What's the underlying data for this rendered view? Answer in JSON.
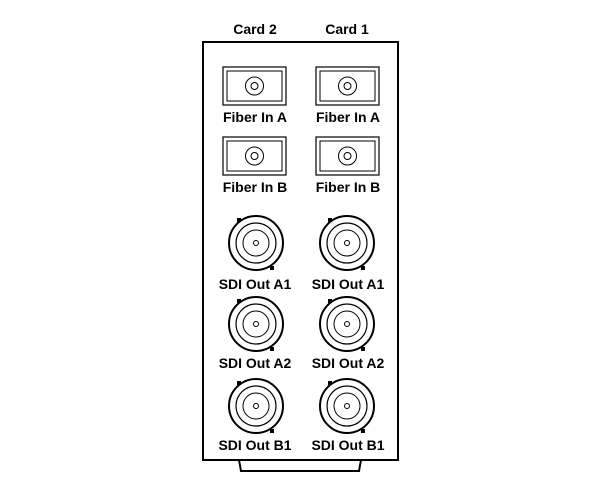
{
  "cards": [
    {
      "title": "Card 2",
      "connectors": [
        {
          "type": "fiber",
          "label": "Fiber In A"
        },
        {
          "type": "fiber",
          "label": "Fiber In B"
        },
        {
          "type": "bnc",
          "label": "SDI Out A1"
        },
        {
          "type": "bnc",
          "label": "SDI Out A2"
        },
        {
          "type": "bnc",
          "label": "SDI Out B1"
        }
      ]
    },
    {
      "title": "Card 1",
      "connectors": [
        {
          "type": "fiber",
          "label": "Fiber In A"
        },
        {
          "type": "fiber",
          "label": "Fiber In B"
        },
        {
          "type": "bnc",
          "label": "SDI Out A1"
        },
        {
          "type": "bnc",
          "label": "SDI Out A2"
        },
        {
          "type": "bnc",
          "label": "SDI Out B1"
        }
      ]
    }
  ]
}
